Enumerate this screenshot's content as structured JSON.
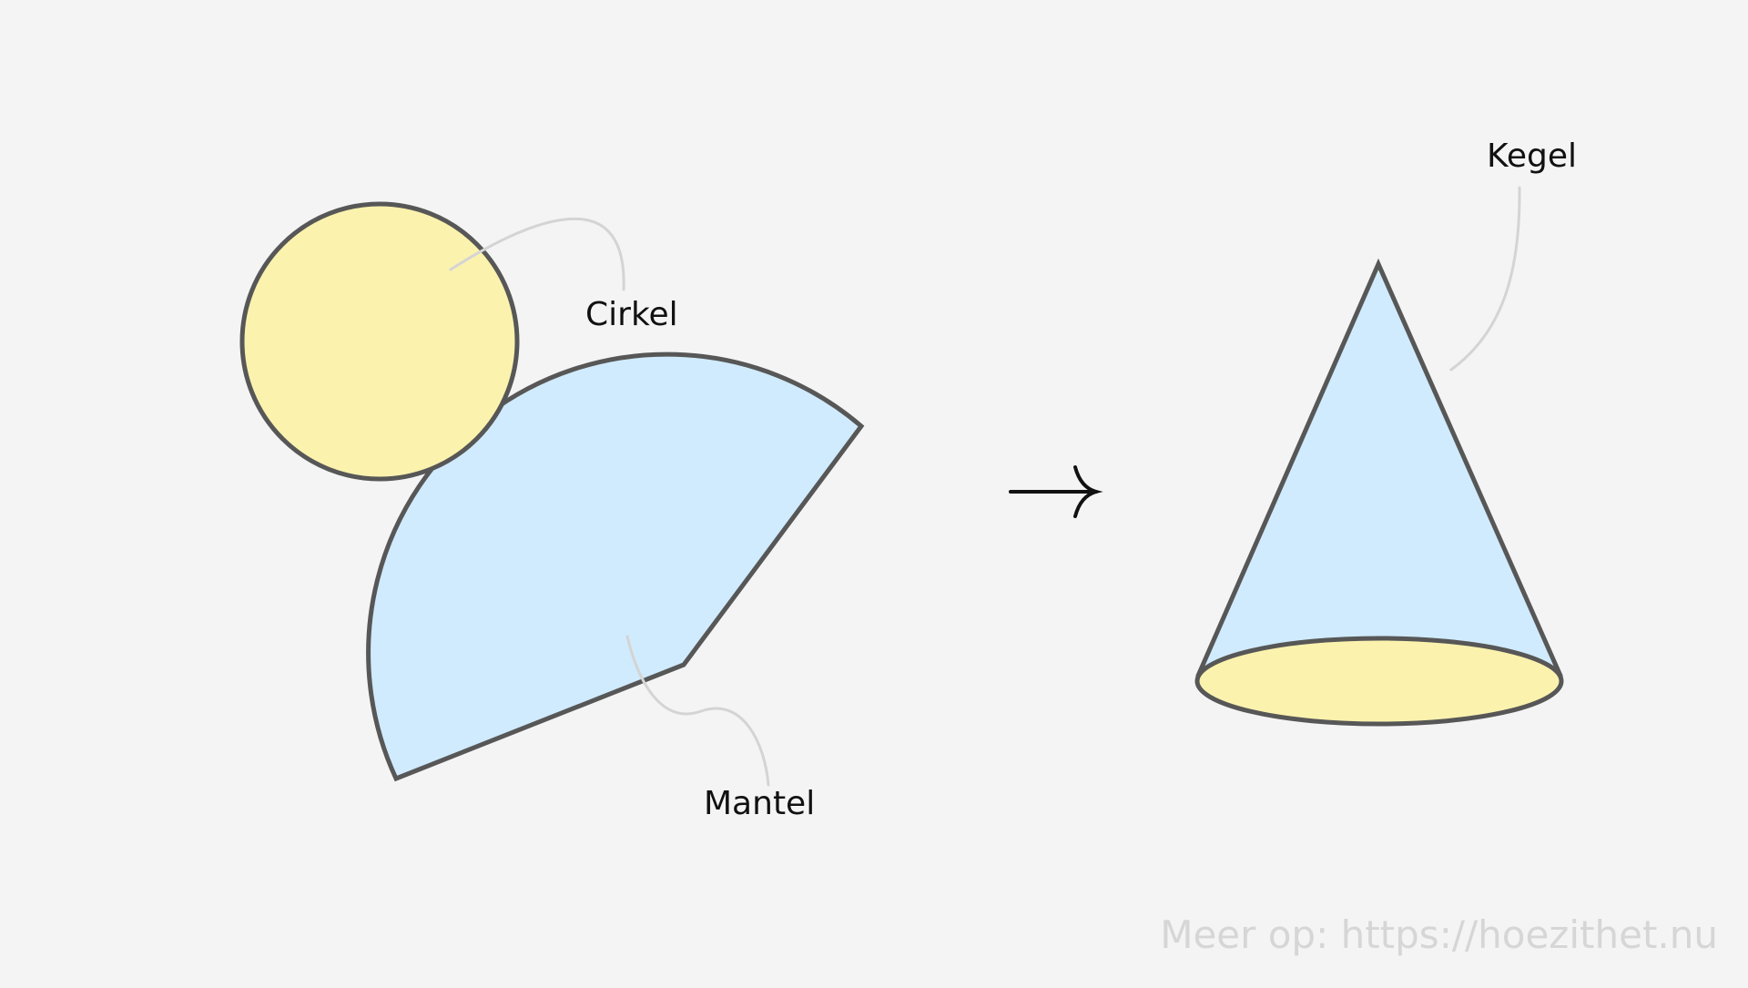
{
  "labels": {
    "circle": "Cirkel",
    "mantle": "Mantel",
    "cone": "Kegel"
  },
  "watermark": "Meer op: https://hoezithet.nu",
  "icons": {
    "arrow": "arrow-right-icon"
  },
  "colors": {
    "background": "#f4f4f4",
    "outline": "#575757",
    "yellow_fill": "#fbf2ae",
    "blue_fill": "#d0ebfd",
    "leader_line": "#d4d4d4",
    "arrow": "#111111",
    "watermark": "#d6d6d6"
  }
}
